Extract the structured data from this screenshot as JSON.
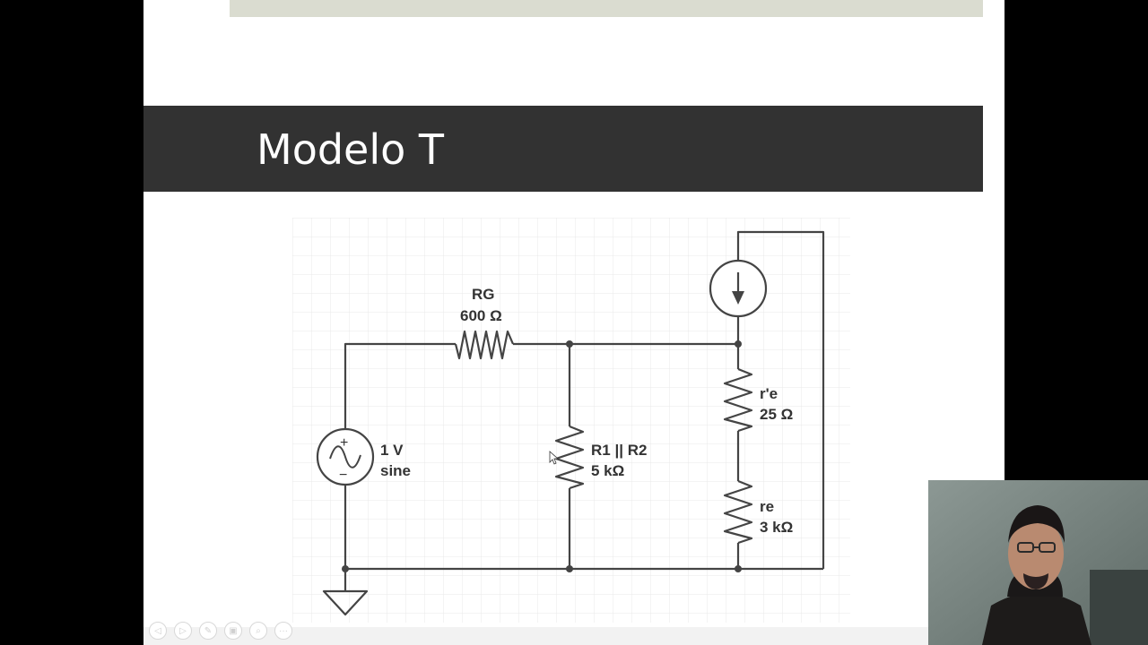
{
  "slide": {
    "title": "Modelo T"
  },
  "circuit": {
    "source_label": "1 V",
    "source_type": "sine",
    "source_plus": "+",
    "source_minus": "−",
    "rg_name": "RG",
    "rg_value": "600 Ω",
    "rparallel_name": "R1 || R2",
    "rparallel_value": "5 kΩ",
    "rpe_name": "r'e",
    "rpe_value": "25 Ω",
    "re_name": "re",
    "re_value": "3 kΩ"
  },
  "controls": {
    "prev_icon": "prev-arrow-icon",
    "next_icon": "next-arrow-icon",
    "pen_icon": "pen-icon",
    "slides_icon": "slides-icon",
    "zoom_icon": "zoom-icon",
    "more_icon": "more-icon",
    "prev_glyph": "◁",
    "next_glyph": "▷",
    "pen_glyph": "✎",
    "slides_glyph": "▣",
    "zoom_glyph": "⌕",
    "more_glyph": "···"
  },
  "colors": {
    "title_bar": "#323232",
    "wire": "#444444",
    "grid": "#e6e6e6"
  }
}
